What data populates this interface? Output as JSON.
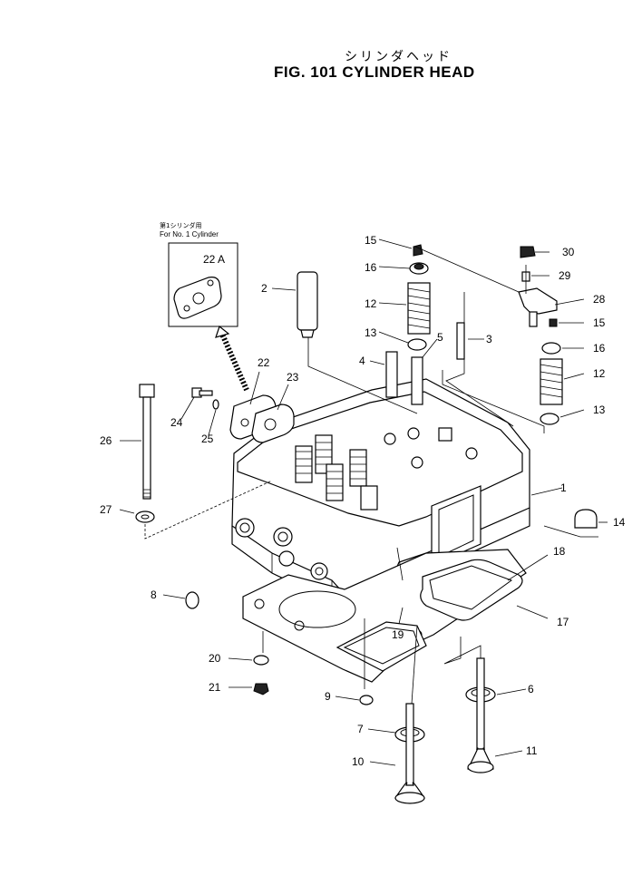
{
  "title": {
    "japanese": "シリンダヘッド",
    "english": "FIG. 101  CYLINDER HEAD"
  },
  "inset": {
    "japanese": "第1シリンダ用",
    "english": "For  No. 1  Cylinder",
    "part_label": "22 A"
  },
  "callouts": [
    {
      "id": "c15a",
      "text": "15"
    },
    {
      "id": "c16a",
      "text": "16"
    },
    {
      "id": "c12a",
      "text": "12"
    },
    {
      "id": "c13a",
      "text": "13"
    },
    {
      "id": "c2",
      "text": "2"
    },
    {
      "id": "c5",
      "text": "5"
    },
    {
      "id": "c3",
      "text": "3"
    },
    {
      "id": "c4",
      "text": "4"
    },
    {
      "id": "c30",
      "text": "30"
    },
    {
      "id": "c29",
      "text": "29"
    },
    {
      "id": "c28",
      "text": "28"
    },
    {
      "id": "c15b",
      "text": "15"
    },
    {
      "id": "c16b",
      "text": "16"
    },
    {
      "id": "c12b",
      "text": "12"
    },
    {
      "id": "c13b",
      "text": "13"
    },
    {
      "id": "c22",
      "text": "22"
    },
    {
      "id": "c23",
      "text": "23"
    },
    {
      "id": "c24",
      "text": "24"
    },
    {
      "id": "c25",
      "text": "25"
    },
    {
      "id": "c26",
      "text": "26"
    },
    {
      "id": "c27",
      "text": "27"
    },
    {
      "id": "c1",
      "text": "1"
    },
    {
      "id": "c14",
      "text": "14"
    },
    {
      "id": "c18",
      "text": "18"
    },
    {
      "id": "c17",
      "text": "17"
    },
    {
      "id": "c8",
      "text": "8"
    },
    {
      "id": "c19",
      "text": "19"
    },
    {
      "id": "c20",
      "text": "20"
    },
    {
      "id": "c21",
      "text": "21"
    },
    {
      "id": "c9",
      "text": "9"
    },
    {
      "id": "c6",
      "text": "6"
    },
    {
      "id": "c7",
      "text": "7"
    },
    {
      "id": "c10",
      "text": "10"
    },
    {
      "id": "c11",
      "text": "11"
    }
  ]
}
